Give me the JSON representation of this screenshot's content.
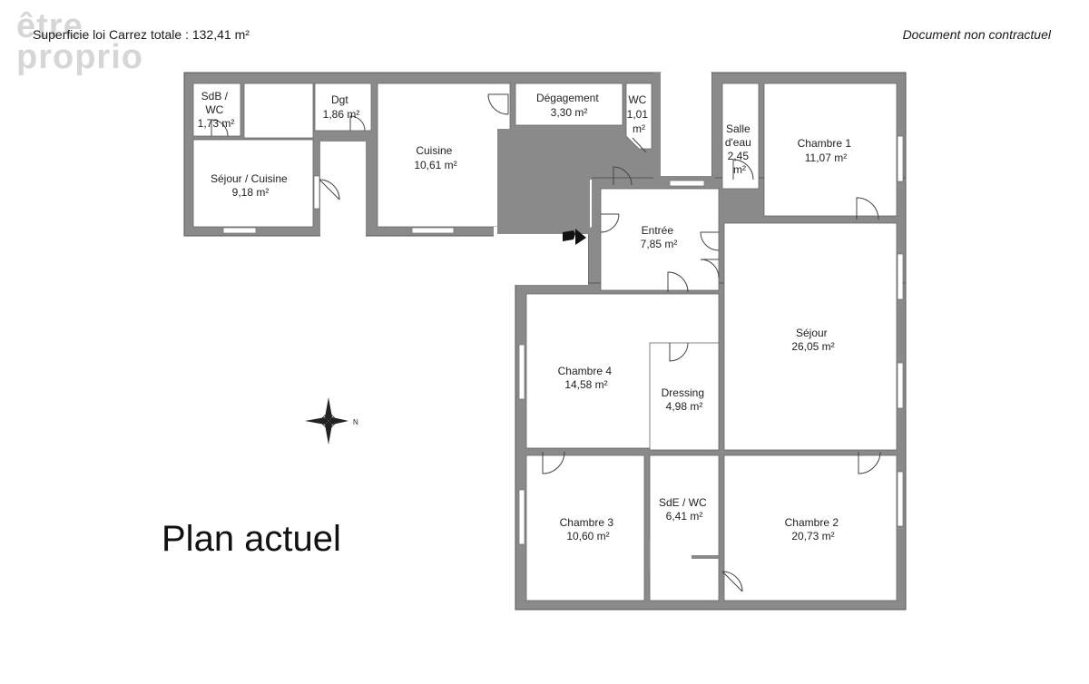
{
  "header": {
    "surface_text": "Superficie loi Carrez totale : 132,41 m²",
    "disclaimer": "Document non contractuel",
    "logo_line1": "être",
    "logo_line2": "proprio"
  },
  "plan_title": "Plan actuel",
  "rooms": {
    "sdb_wc": {
      "lines": [
        "SdB /",
        "WC",
        "1,73 m²"
      ]
    },
    "dgt": {
      "lines": [
        "Dgt",
        "1,86 m²"
      ]
    },
    "cuisine": {
      "lines": [
        "Cuisine",
        "10,61 m²"
      ]
    },
    "degagement": {
      "lines": [
        "Dégagement",
        "3,30 m²"
      ]
    },
    "wc": {
      "lines": [
        "WC",
        "1,01",
        "m²"
      ]
    },
    "salle_eau": {
      "lines": [
        "Salle",
        "d'eau",
        "2,45",
        "m²"
      ]
    },
    "chambre1": {
      "lines": [
        "Chambre 1",
        "11,07 m²"
      ]
    },
    "sejour_cuisine": {
      "lines": [
        "Séjour / Cuisine",
        "9,18 m²"
      ]
    },
    "entree": {
      "lines": [
        "Entrée",
        "7,85 m²"
      ]
    },
    "sejour": {
      "lines": [
        "Séjour",
        "26,05 m²"
      ]
    },
    "chambre4": {
      "lines": [
        "Chambre 4",
        "14,58 m²"
      ]
    },
    "dressing": {
      "lines": [
        "Dressing",
        "4,98 m²"
      ]
    },
    "chambre3": {
      "lines": [
        "Chambre 3",
        "10,60 m²"
      ]
    },
    "sde_wc": {
      "lines": [
        "SdE / WC",
        "6,41 m²"
      ]
    },
    "chambre2": {
      "lines": [
        "Chambre 2",
        "20,73 m²"
      ]
    }
  },
  "compass": {
    "label": "N"
  },
  "colors": {
    "wall": "#8a8a8a",
    "wall_edge": "#555555",
    "room_fill": "#ffffff"
  }
}
